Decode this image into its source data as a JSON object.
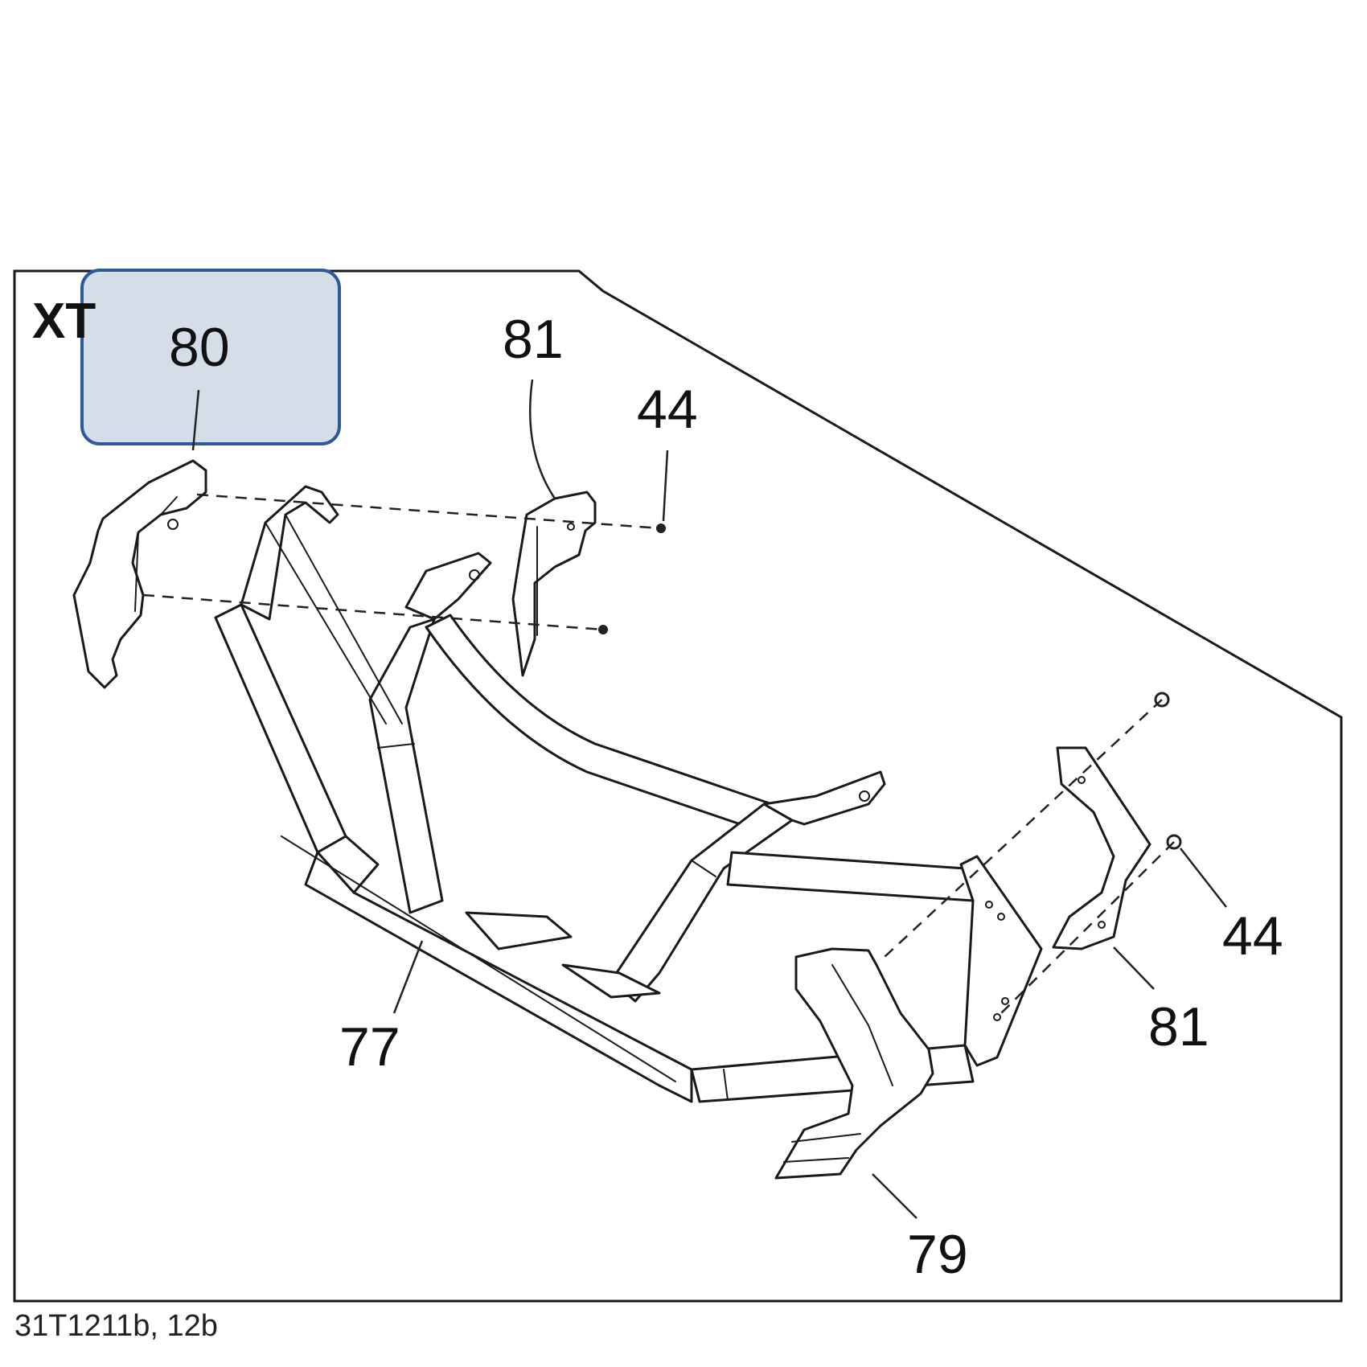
{
  "diagram": {
    "variant_label": "XT",
    "reference_code": "31T1211b, 12b",
    "highlight_color": "#d5dde8",
    "highlight_border_color": "#2f5a98",
    "highlighted_callout": "80",
    "callouts": {
      "c80": "80",
      "c81_top": "81",
      "c44_top": "44",
      "c44_right": "44",
      "c81_right": "81",
      "c77": "77",
      "c79": "79"
    }
  }
}
